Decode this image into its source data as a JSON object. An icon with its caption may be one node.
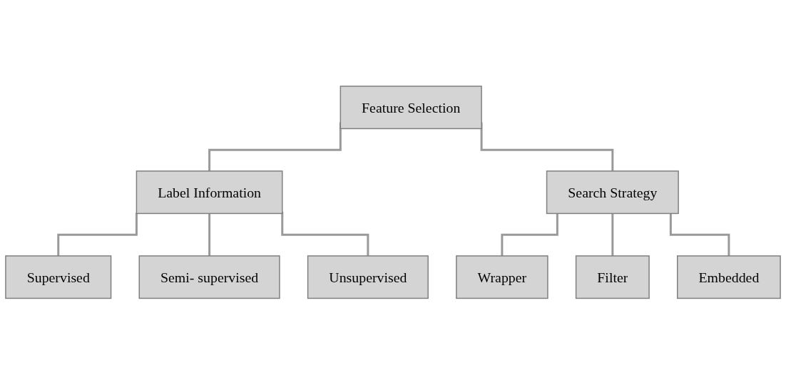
{
  "diagram": {
    "nodes": [
      {
        "text": [
          "Feature Selection"
        ]
      },
      {
        "text": [
          "Label Information"
        ]
      },
      {
        "text": [
          "Search Strategy"
        ]
      },
      {
        "text": [
          "Supervised"
        ]
      },
      {
        "text": [
          "Semi- supervised"
        ]
      },
      {
        "text": [
          "Unsupervised"
        ]
      },
      {
        "text": [
          "Wrapper"
        ]
      },
      {
        "text": [
          "Filter"
        ]
      },
      {
        "text": [
          "Embedded"
        ]
      }
    ],
    "edges": [
      {
        "from": 0,
        "to": 1,
        "arrow": "none"
      },
      {
        "from": 0,
        "to": 2,
        "arrow": "none"
      },
      {
        "from": 1,
        "to": 3,
        "arrow": "none"
      },
      {
        "from": 1,
        "to": 4,
        "arrow": "none"
      },
      {
        "from": 1,
        "to": 5,
        "arrow": "none"
      },
      {
        "from": 2,
        "to": 6,
        "arrow": "none"
      },
      {
        "from": 2,
        "to": 7,
        "arrow": "none"
      },
      {
        "from": 2,
        "to": 8,
        "arrow": "none"
      }
    ]
  }
}
